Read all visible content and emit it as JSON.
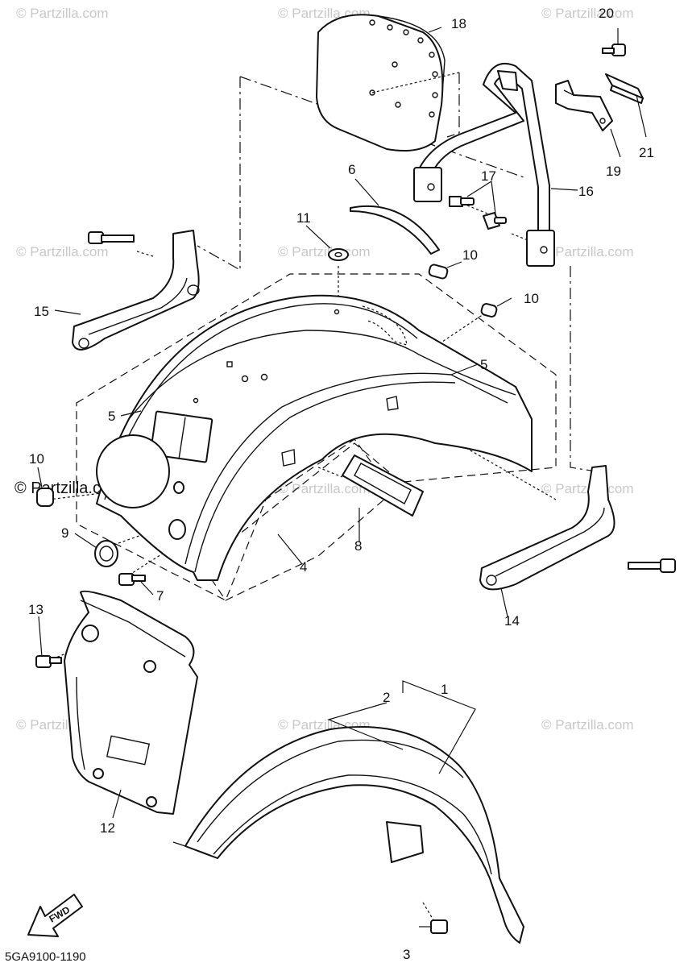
{
  "diagram_code": "5GA9100-1190",
  "fwd_label": "FWD",
  "watermark_text": "© Partzilla.com",
  "callouts": {
    "c1": "1",
    "c2": "2",
    "c3": "3",
    "c4": "4",
    "c5a": "5",
    "c5b": "5",
    "c6": "6",
    "c7": "7",
    "c8": "8",
    "c9": "9",
    "c10a": "10",
    "c10b": "10",
    "c10c": "10",
    "c11": "11",
    "c12": "12",
    "c13": "13",
    "c14": "14",
    "c15": "15",
    "c16": "16",
    "c17": "17",
    "c18": "18",
    "c19": "19",
    "c20": "20",
    "c21": "21"
  },
  "colors": {
    "line": "#111111",
    "watermark": "#c8c8c8",
    "background": "#ffffff"
  }
}
